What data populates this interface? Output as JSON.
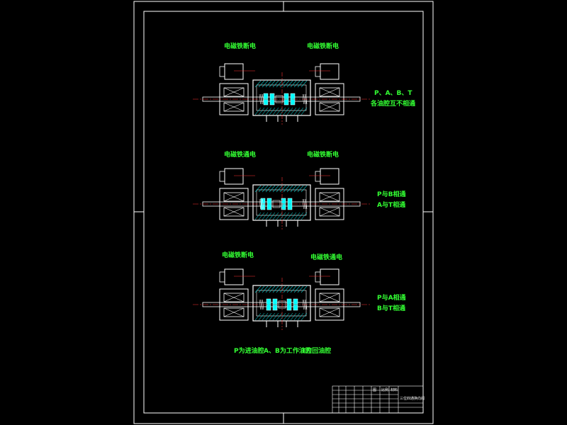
{
  "views": [
    {
      "left_label": "电磁铁断电",
      "right_label": "电磁铁断电",
      "note_line1": "P、A、B、T",
      "note_line2": "各油腔互不相通"
    },
    {
      "left_label": "电磁铁通电",
      "right_label": "电磁铁断电",
      "note_line1": "P与B相通",
      "note_line2": "A与T相通"
    },
    {
      "left_label": "电磁铁断电",
      "right_label": "电磁铁通电",
      "note_line1": "P与A相通",
      "note_line2": "B与T相通"
    }
  ],
  "bottom_note": {
    "part1": "P为进油腔",
    "part2": "A、B为工作油腔",
    "part3": "T为回油腔"
  },
  "title_block": {
    "title": "三位四通换向阀",
    "mark1": "图",
    "mark2": "比例",
    "mark3": "材料"
  },
  "colors": {
    "border": "#ffffff",
    "label": "#33ff33",
    "line": "#ffffff",
    "centerline": "#ff3333",
    "hatch": "#00c8c8",
    "spool": "#00ffff"
  }
}
